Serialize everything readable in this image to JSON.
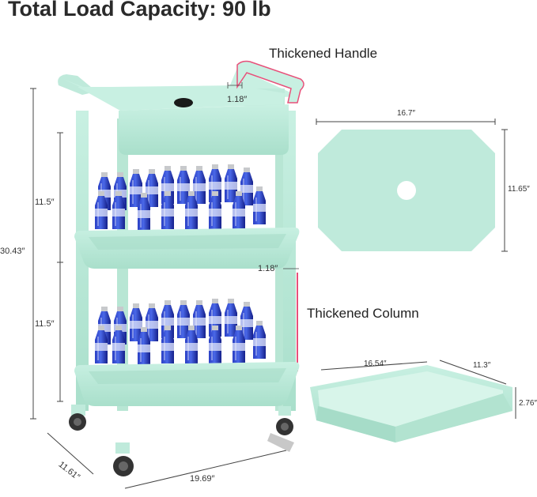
{
  "title": "Total Load Capacity: 90 lb",
  "callouts": {
    "handle": "Thickened Handle",
    "column": "Thickened Column"
  },
  "dimensions": {
    "handle_thickness": "1.18″",
    "column_thickness": "1.18″",
    "total_height": "30.43″",
    "tier_gap_upper": "11.5″",
    "tier_gap_lower": "11.5″",
    "base_width": "19.69″",
    "base_depth": "11.61″",
    "lid_width": "16.7″",
    "lid_depth": "11.65″",
    "basket_length": "16.54″",
    "basket_width": "11.3″",
    "basket_height": "2.76″"
  },
  "colors": {
    "cart": "#bfeadb",
    "cart_shade": "#a6dcc8",
    "highlight": "#e8507a",
    "bottle": "#1e2fa8",
    "cap": "#c7c9cc"
  }
}
